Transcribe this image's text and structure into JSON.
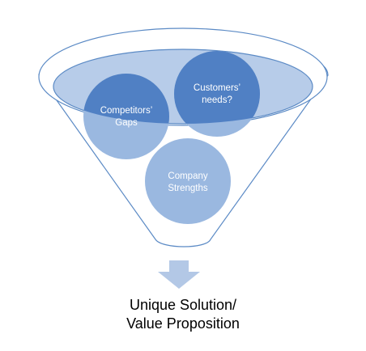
{
  "colors": {
    "funnel_fill": "#ffffff",
    "funnel_stroke": "#5b8ac5",
    "funnel_top_fill": "#b7cce9",
    "circle_dark": "#5080c4",
    "circle_light": "#9ab8e0",
    "arrow": "#b3c8e6"
  },
  "circles": [
    {
      "label_line1": "Competitors’",
      "label_line2": "Gaps"
    },
    {
      "label_line1": "Customers’",
      "label_line2": "needs?"
    },
    {
      "label_line1": "Company",
      "label_line2": "Strengths"
    }
  ],
  "result": {
    "line1": "Unique Solution/",
    "line2": "Value Proposition"
  }
}
